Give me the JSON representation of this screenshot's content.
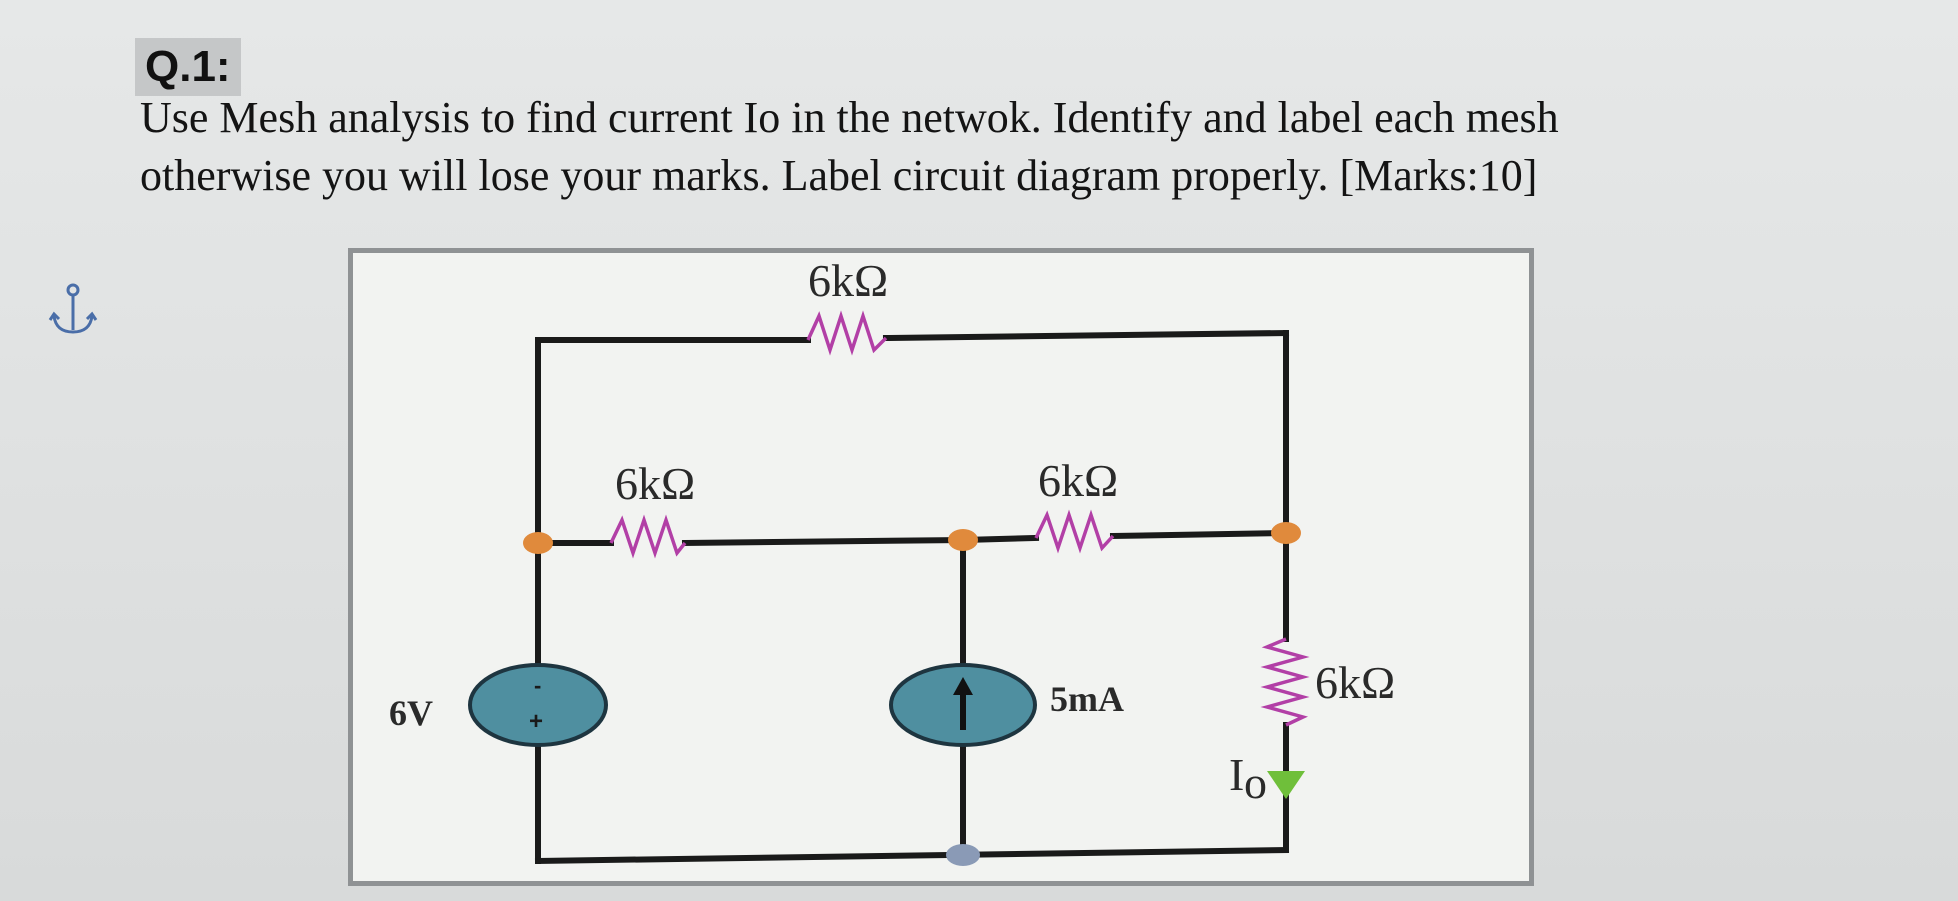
{
  "question": {
    "label": "Q.1:",
    "line1": "Use Mesh analysis to find current Io in the netwok. Identify and label each mesh",
    "line2": "otherwise you will lose your marks. Label circuit diagram properly.   [Marks:10]"
  },
  "circuit": {
    "r_top": "6kΩ",
    "r_left": "6kΩ",
    "r_mid": "6kΩ",
    "r_right": "6kΩ",
    "voltage_source": "6V",
    "vs_minus": "-",
    "vs_plus": "+",
    "current_source": "5mA",
    "current_label_main": "I",
    "current_label_sub": "o"
  },
  "colors": {
    "wire": "#1a1a1a",
    "resistor": "#b23fa6",
    "node": "#e08a3c",
    "bottom_node": "#8a9ab6",
    "source_fill": "#4f8fa0",
    "current_arrow": "#6fbf3a"
  }
}
